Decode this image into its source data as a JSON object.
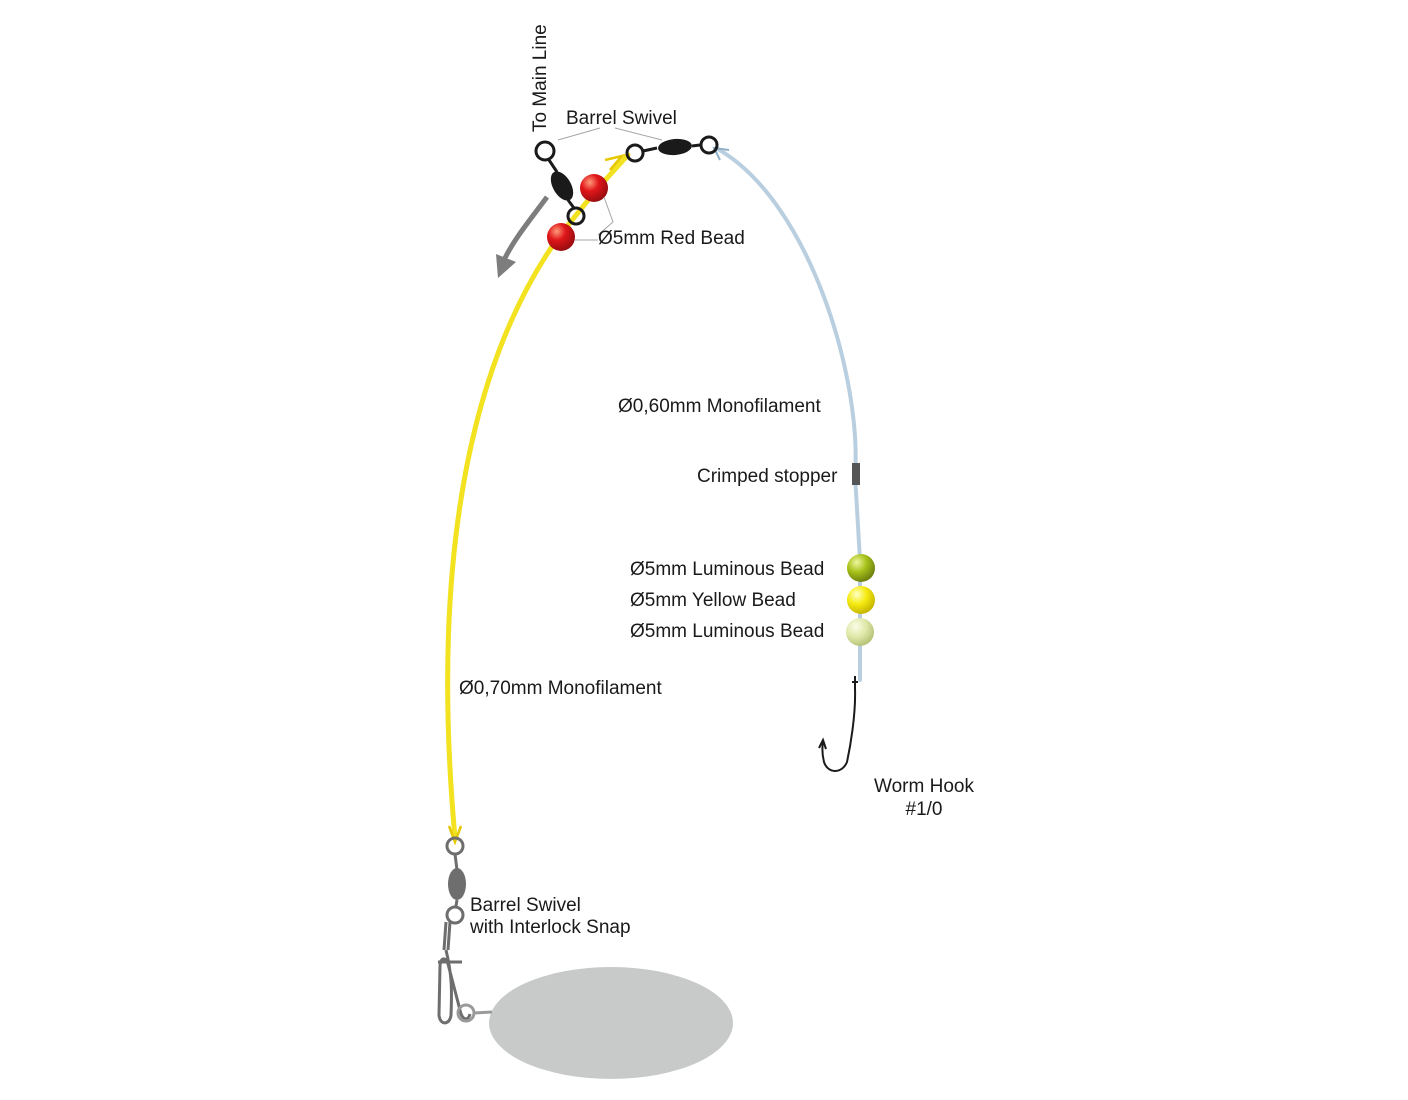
{
  "labels": {
    "to_main_line": "To Main Line",
    "barrel_swivel_top": "Barrel Swivel",
    "red_bead": "Ø5mm Red Bead",
    "mono_060": "Ø0,60mm Monofilament",
    "crimped_stopper": "Crimped stopper",
    "luminous_bead_1": "Ø5mm Luminous Bead",
    "yellow_bead": "Ø5mm Yellow Bead",
    "luminous_bead_2": "Ø5mm Luminous Bead",
    "mono_070": "Ø0,70mm Monofilament",
    "worm_hook_line1": "Worm Hook",
    "worm_hook_line2": "#1/0",
    "snap_swivel_line1": "Barrel Swivel",
    "snap_swivel_line2": "with Interlock Snap"
  },
  "colors": {
    "yellow_line": "#f2e21f",
    "blue_line": "#b9cfe0",
    "red_bead": "#e0161a",
    "luminous_bead_dark": "#a8c21a",
    "yellow_bead": "#f5eb12",
    "luminous_bead_light": "#dfe8a8",
    "swivel": "#1a1a1a",
    "snap": "#6e6e6e",
    "weight": "#c8c9c9",
    "arrow": "#7d7d7d"
  }
}
